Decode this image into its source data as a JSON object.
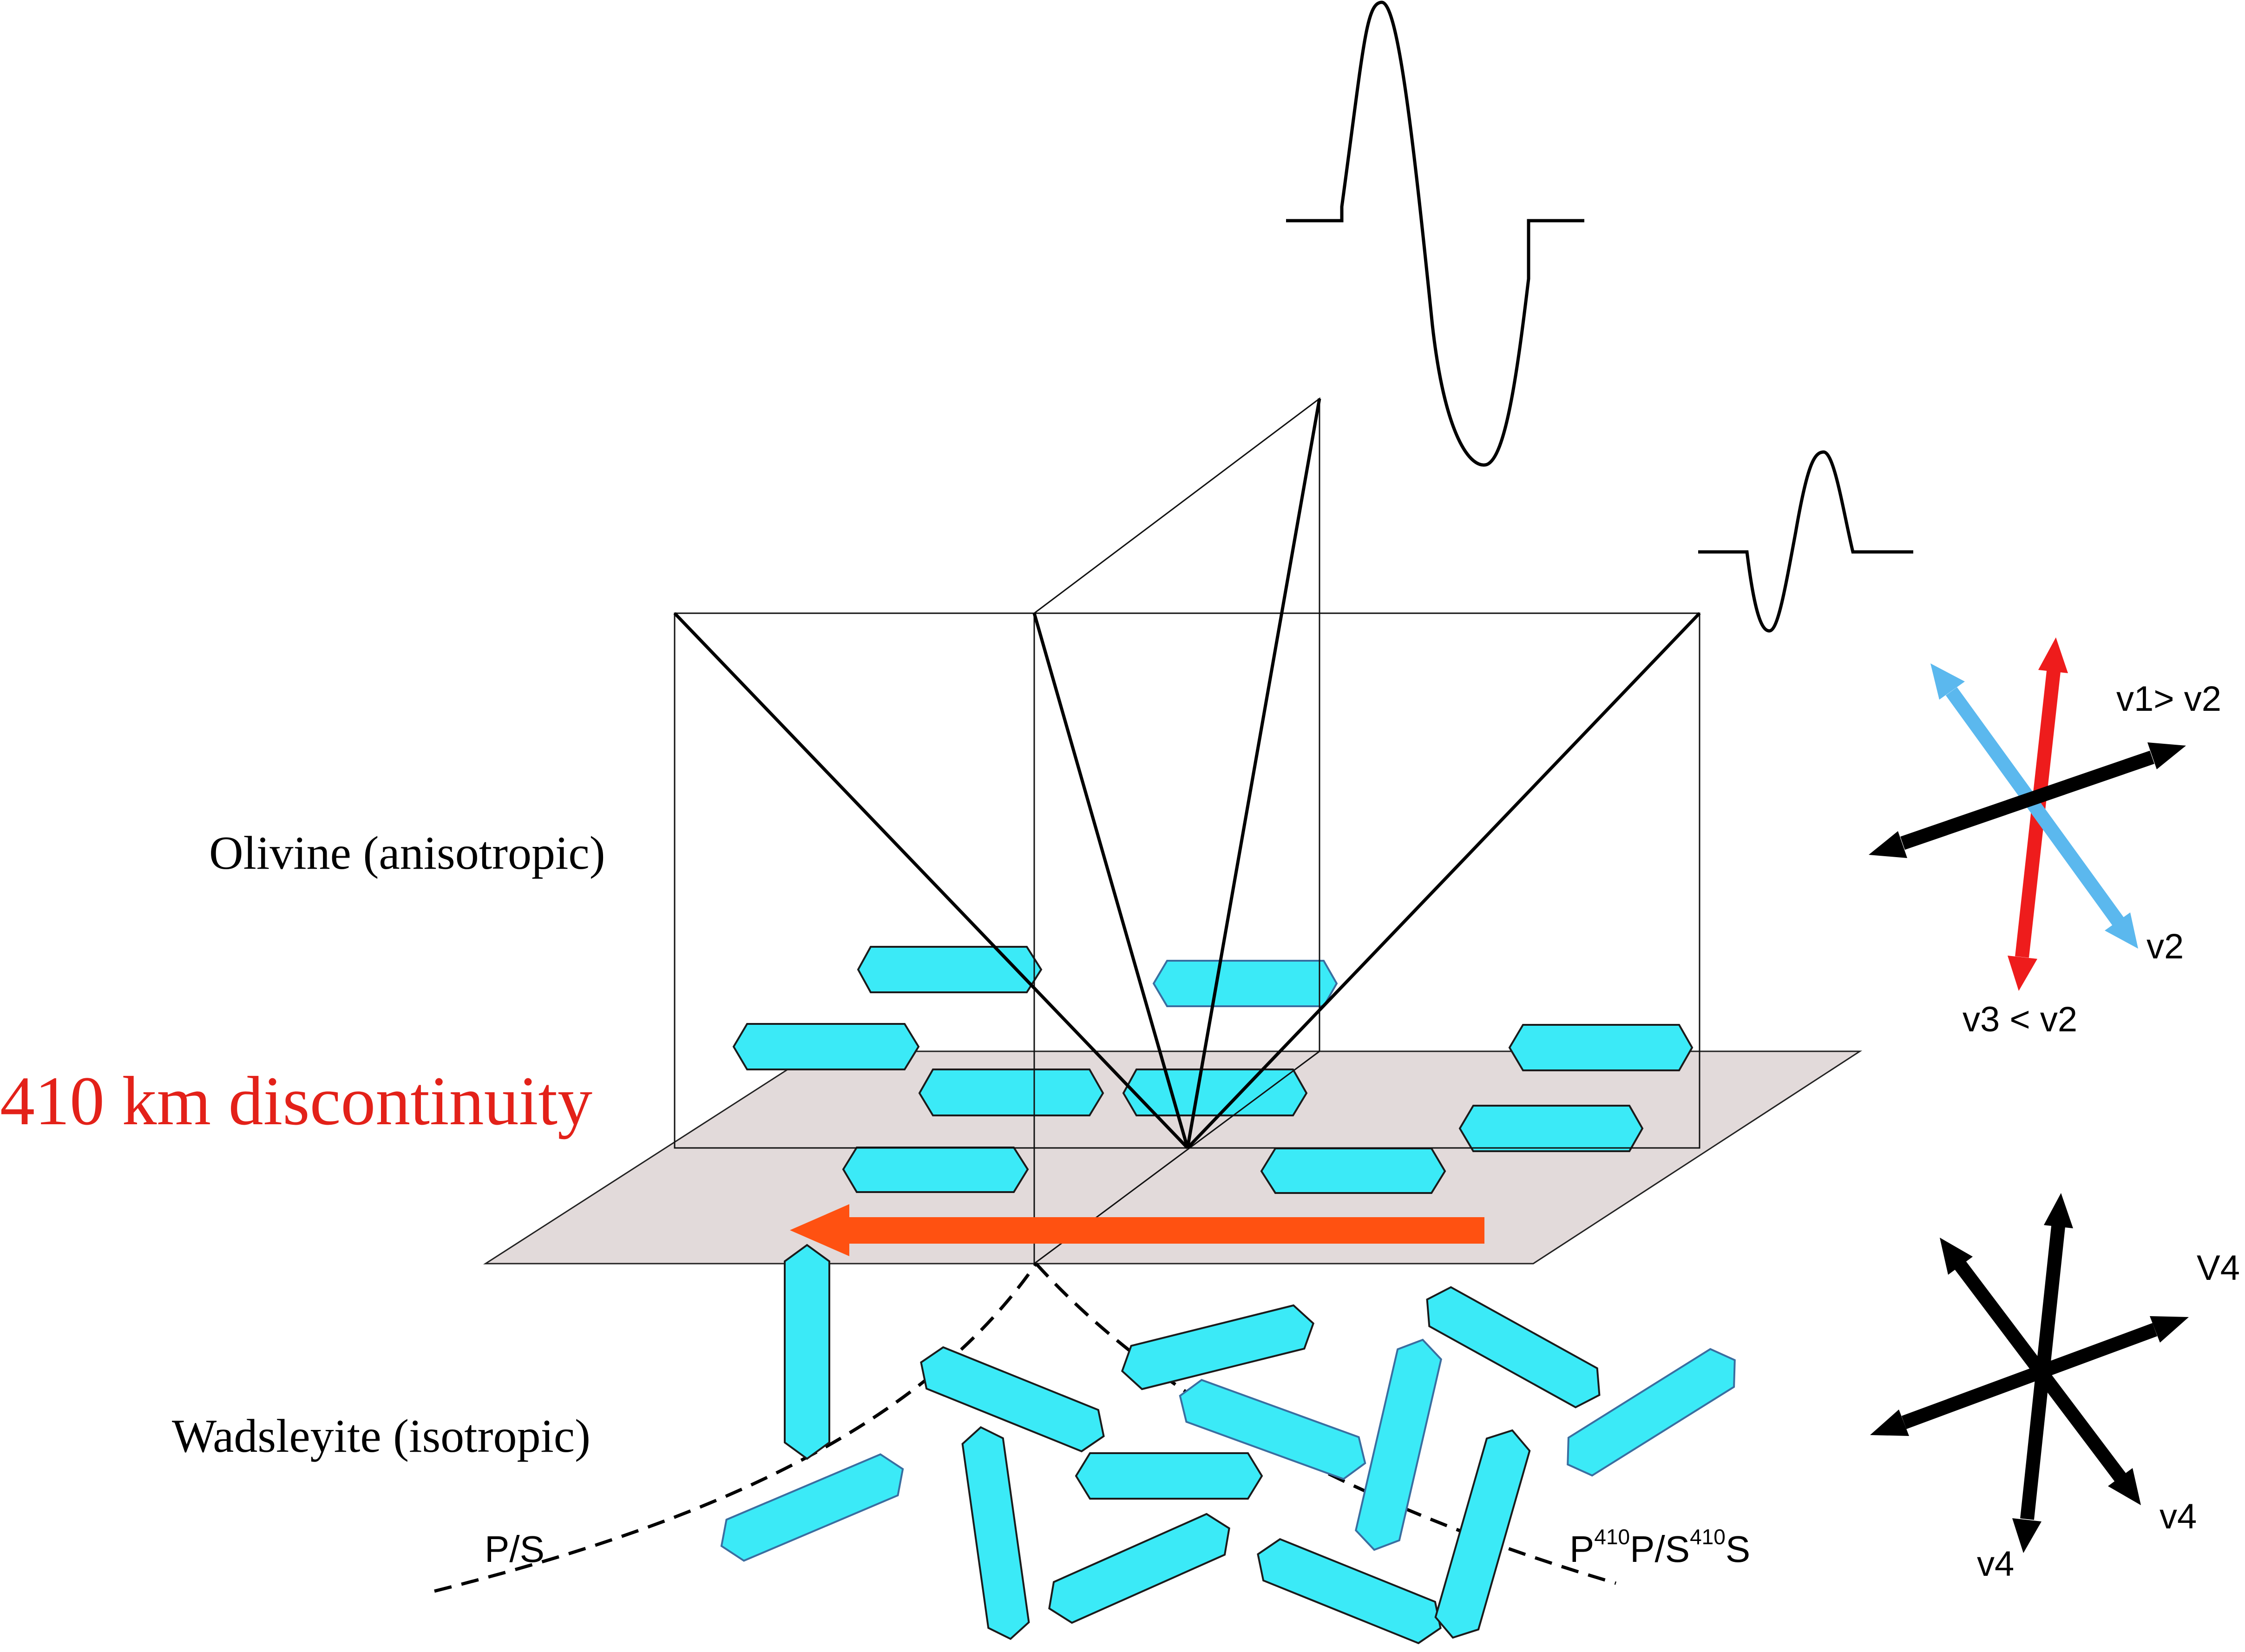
{
  "labels": {
    "olivine": "Olivine (anisotropic)",
    "discontinuity": "410 km discontinuity",
    "wadsleyite": "Wadsleyite (isotropic)",
    "ps": "P/S",
    "reflected": {
      "p1": "P",
      "sup1": "410",
      "p2": "P/S",
      "sup2": "410",
      "p3": "S"
    }
  },
  "anisotropic_axes": {
    "fast": "v1> v2",
    "intermediate": "v2",
    "slow": "v3 < v2"
  },
  "isotropic_axes": {
    "a": "V4",
    "b": "v4",
    "c": "v4"
  },
  "colors": {
    "crystal_fill": "#3BEAF7",
    "crystal_edge": "#1b1b1b",
    "plane_fill": "#E2DADA",
    "discontinuity_text": "#E32119",
    "motion_arrow": "#FF5111",
    "slow_axis": "#EE1C1C",
    "intermediate_axis": "#5BB8EE"
  }
}
